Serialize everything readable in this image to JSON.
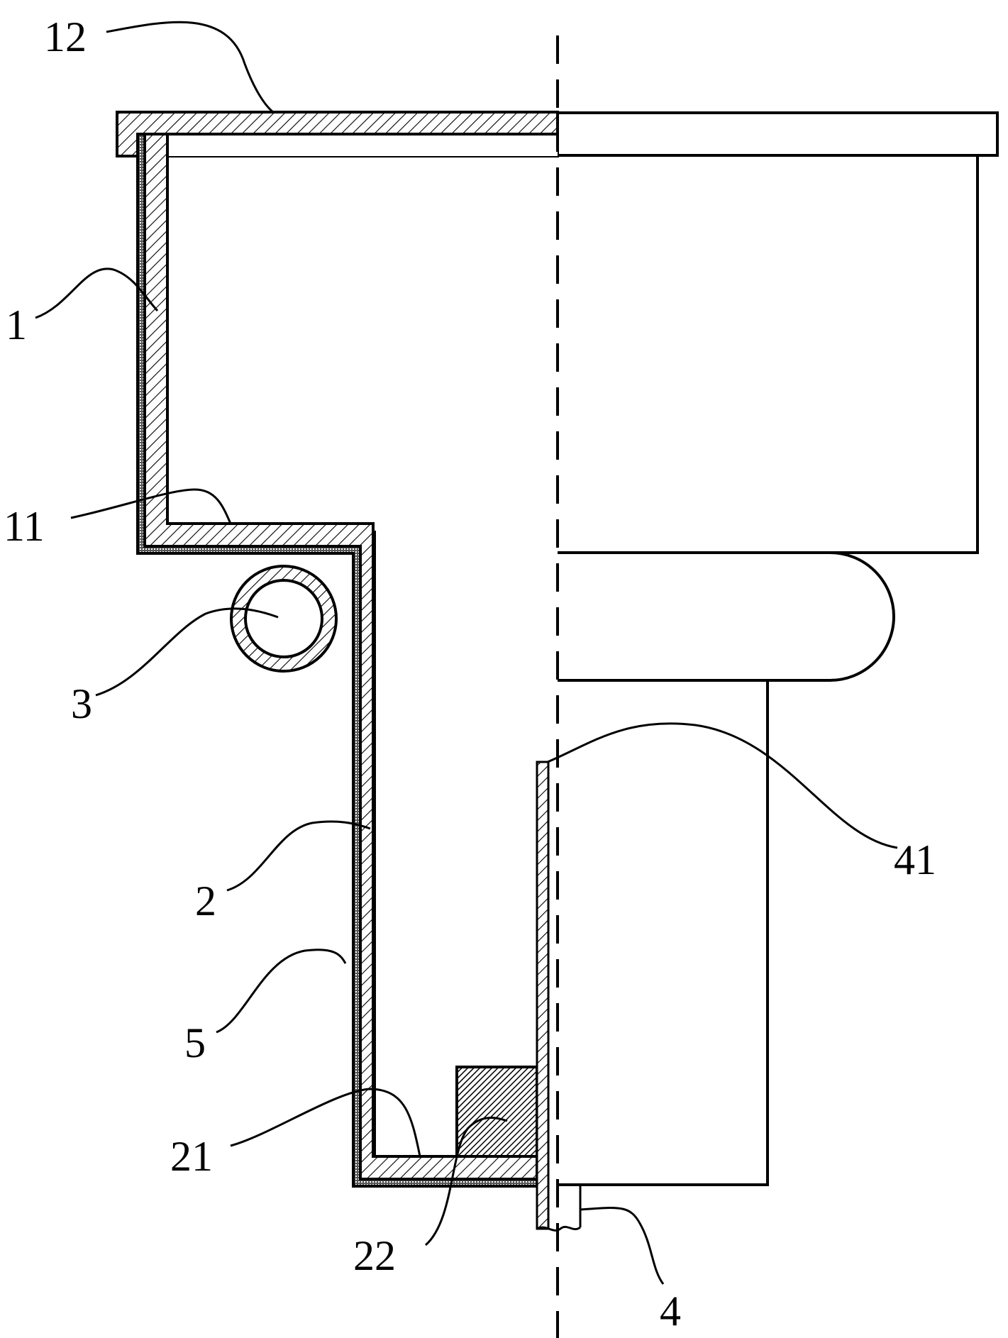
{
  "figure": {
    "labels": {
      "l12": "12",
      "l1": "1",
      "l11": "11",
      "l3": "3",
      "l2": "2",
      "l5": "5",
      "l21": "21",
      "l22": "22",
      "l41": "41",
      "l4": "4"
    }
  },
  "colors": {
    "line": "#000000",
    "background": "#ffffff"
  }
}
